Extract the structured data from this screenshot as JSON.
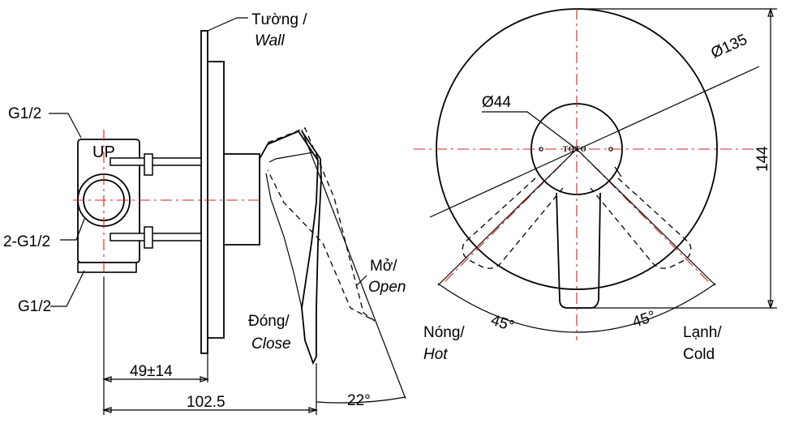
{
  "labels": {
    "wall_vi": "Tường /",
    "wall_en": "Wall",
    "thread_top": "G1/2",
    "thread_side": "2-G1/2",
    "thread_bottom": "G1/2",
    "up_mark": "UP",
    "open_vi": "Mở/",
    "open_en": "Open",
    "close_vi": "Đóng/",
    "close_en": "Close",
    "hot_vi": "Nóng/",
    "hot_en": "Hot",
    "cold_vi": "Lạnh/",
    "cold_en": "Cold",
    "brand": "TOTO"
  },
  "dimensions": {
    "depth_body": "49±14",
    "depth_total": "102.5",
    "lever_angle": "22°",
    "plate_dia": "Ø135",
    "hub_dia": "Ø44",
    "height": "144",
    "hot_angle": "45°",
    "cold_angle": "45°"
  },
  "colors": {
    "line": "#000000",
    "centerline": "#d42020"
  }
}
